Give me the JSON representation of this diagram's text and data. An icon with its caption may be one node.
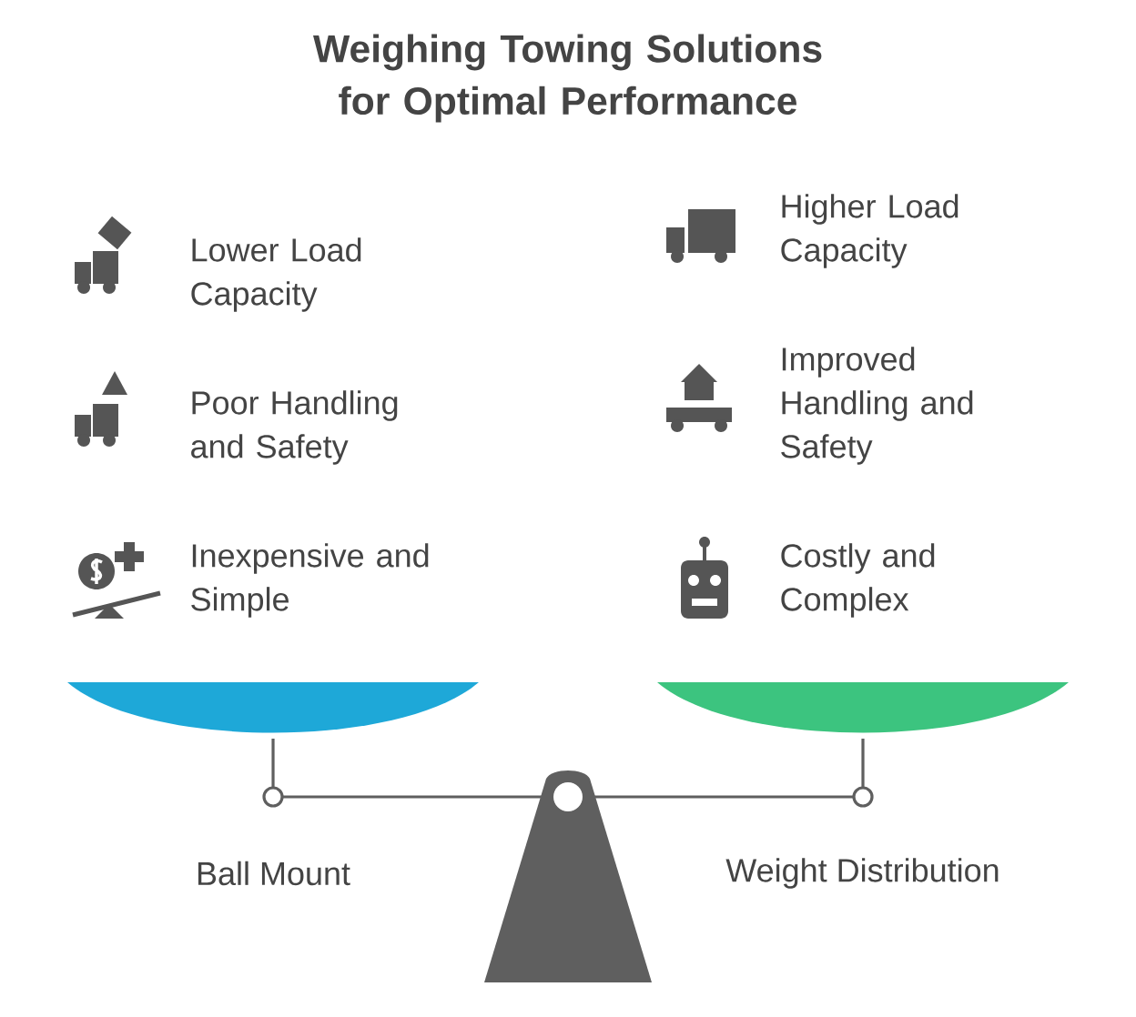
{
  "diagram": {
    "title": "Weighing Towing Solutions for Optimal Performance",
    "labels": [
      "Lower Load Capacity",
      "Higher Load Capacity",
      "Poor Handling and Safety",
      "Improved Handling and Safety",
      "Inexpensive and Simple",
      "Costly and Complex",
      "Ball Mount",
      "Weight Distribution"
    ]
  }
}
